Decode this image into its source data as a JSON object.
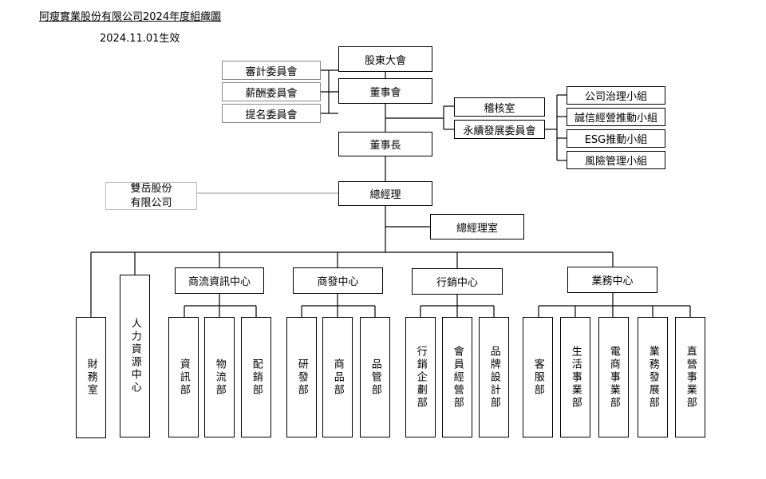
{
  "header": {
    "title": "阿瘦實業股份有限公司2024年度組織圖",
    "effective_date": "2024.11.01生效"
  },
  "nodes": {
    "shareholders": "股東大會",
    "board": "董事會",
    "audit_committee": "審計委員會",
    "remuneration_committee": "薪酬委員會",
    "nomination_committee": "提名委員會",
    "internal_audit": "稽核室",
    "sustainability_committee": "永續發展委員會",
    "governance_team": "公司治理小組",
    "integrity_team": "誠信經營推動小組",
    "esg_team": "ESG推動小組",
    "risk_team": "風險管理小組",
    "chairman": "董事長",
    "affiliate_line1": "雙岳股份",
    "affiliate_line2": "有限公司",
    "general_manager": "總經理",
    "gm_office": "總經理室",
    "finance": "財務室",
    "hr": "人力資源中心",
    "it_center": "商流資訊中心",
    "product_center": "商發中心",
    "marketing_center": "行銷中心",
    "business_center": "業務中心",
    "info_dept": "資訊部",
    "logistics_dept": "物流部",
    "distribution_dept": "配銷部",
    "rd_dept": "研發部",
    "merch_dept": "商品部",
    "qc_dept": "品管部",
    "mkt_planning_dept": "行銷企劃部",
    "membership_dept": "會員經營部",
    "brand_design_dept": "品牌設計部",
    "customer_service_dept": "客服部",
    "lifestyle_dept": "生活事業部",
    "ecommerce_dept": "電商事業部",
    "bizdev_dept": "業務發展部",
    "retail_dept": "直營事業部"
  }
}
